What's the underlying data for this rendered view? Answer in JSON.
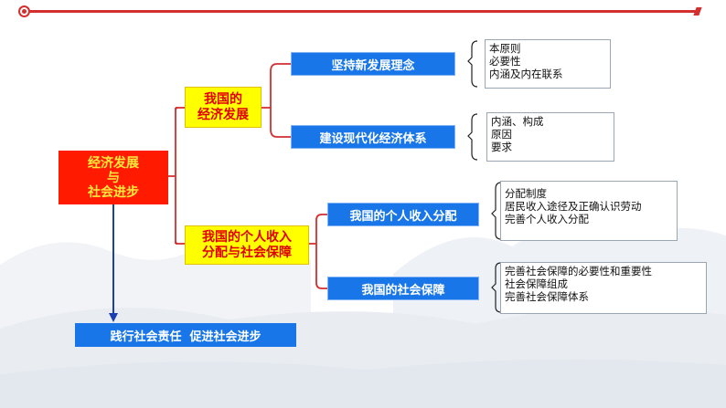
{
  "root": {
    "line1": "经济发展",
    "line2": "与",
    "line3": "社会进步"
  },
  "branches": [
    {
      "line1": "我国的",
      "line2": "经济发展",
      "children": [
        {
          "label": "坚持新发展理念",
          "details": [
            "本原则",
            "必要性",
            "内涵及内在联系"
          ]
        },
        {
          "label": "建设现代化经济体系",
          "details": [
            "内涵、构成",
            "原因",
            "要求"
          ]
        }
      ]
    },
    {
      "line1": "我国的个人收入",
      "line2": "分配与社会保障",
      "children": [
        {
          "label": "我国的个人收入分配",
          "details": [
            "分配制度",
            "居民收入途径及正确认识劳动",
            "完善个人收入分配"
          ]
        },
        {
          "label": "我国的社会保障",
          "details": [
            "完善社会保障的必要性和重要性",
            "社会保障组成",
            "完善社会保障体系"
          ]
        }
      ]
    }
  ],
  "bottom": {
    "label": "践行社会责任  促进社会进步"
  },
  "colors": {
    "root_bg": "#ff1a00",
    "root_text": "#ffeb3b",
    "branch_bg": "#ffff00",
    "branch_text": "#e00000",
    "node_bg": "#1976e8",
    "line": "#d32f2f",
    "arrow": "#1a3fb0"
  }
}
